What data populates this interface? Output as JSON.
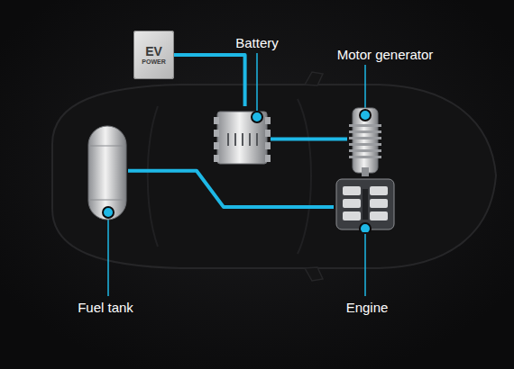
{
  "diagram": {
    "nodes": [
      {
        "text": [
          "EV",
          "POWER"
        ]
      },
      {
        "text": [
          "Battery"
        ]
      },
      {
        "text": [
          "Motor generator"
        ]
      },
      {
        "text": [
          "Fuel tank"
        ]
      },
      {
        "text": [
          "Engine"
        ]
      }
    ],
    "edges": [
      {
        "from": 0,
        "to": 1,
        "arrow": "none"
      },
      {
        "from": 1,
        "to": 2,
        "arrow": "none"
      },
      {
        "from": 3,
        "to": 4,
        "arrow": "none"
      }
    ]
  }
}
